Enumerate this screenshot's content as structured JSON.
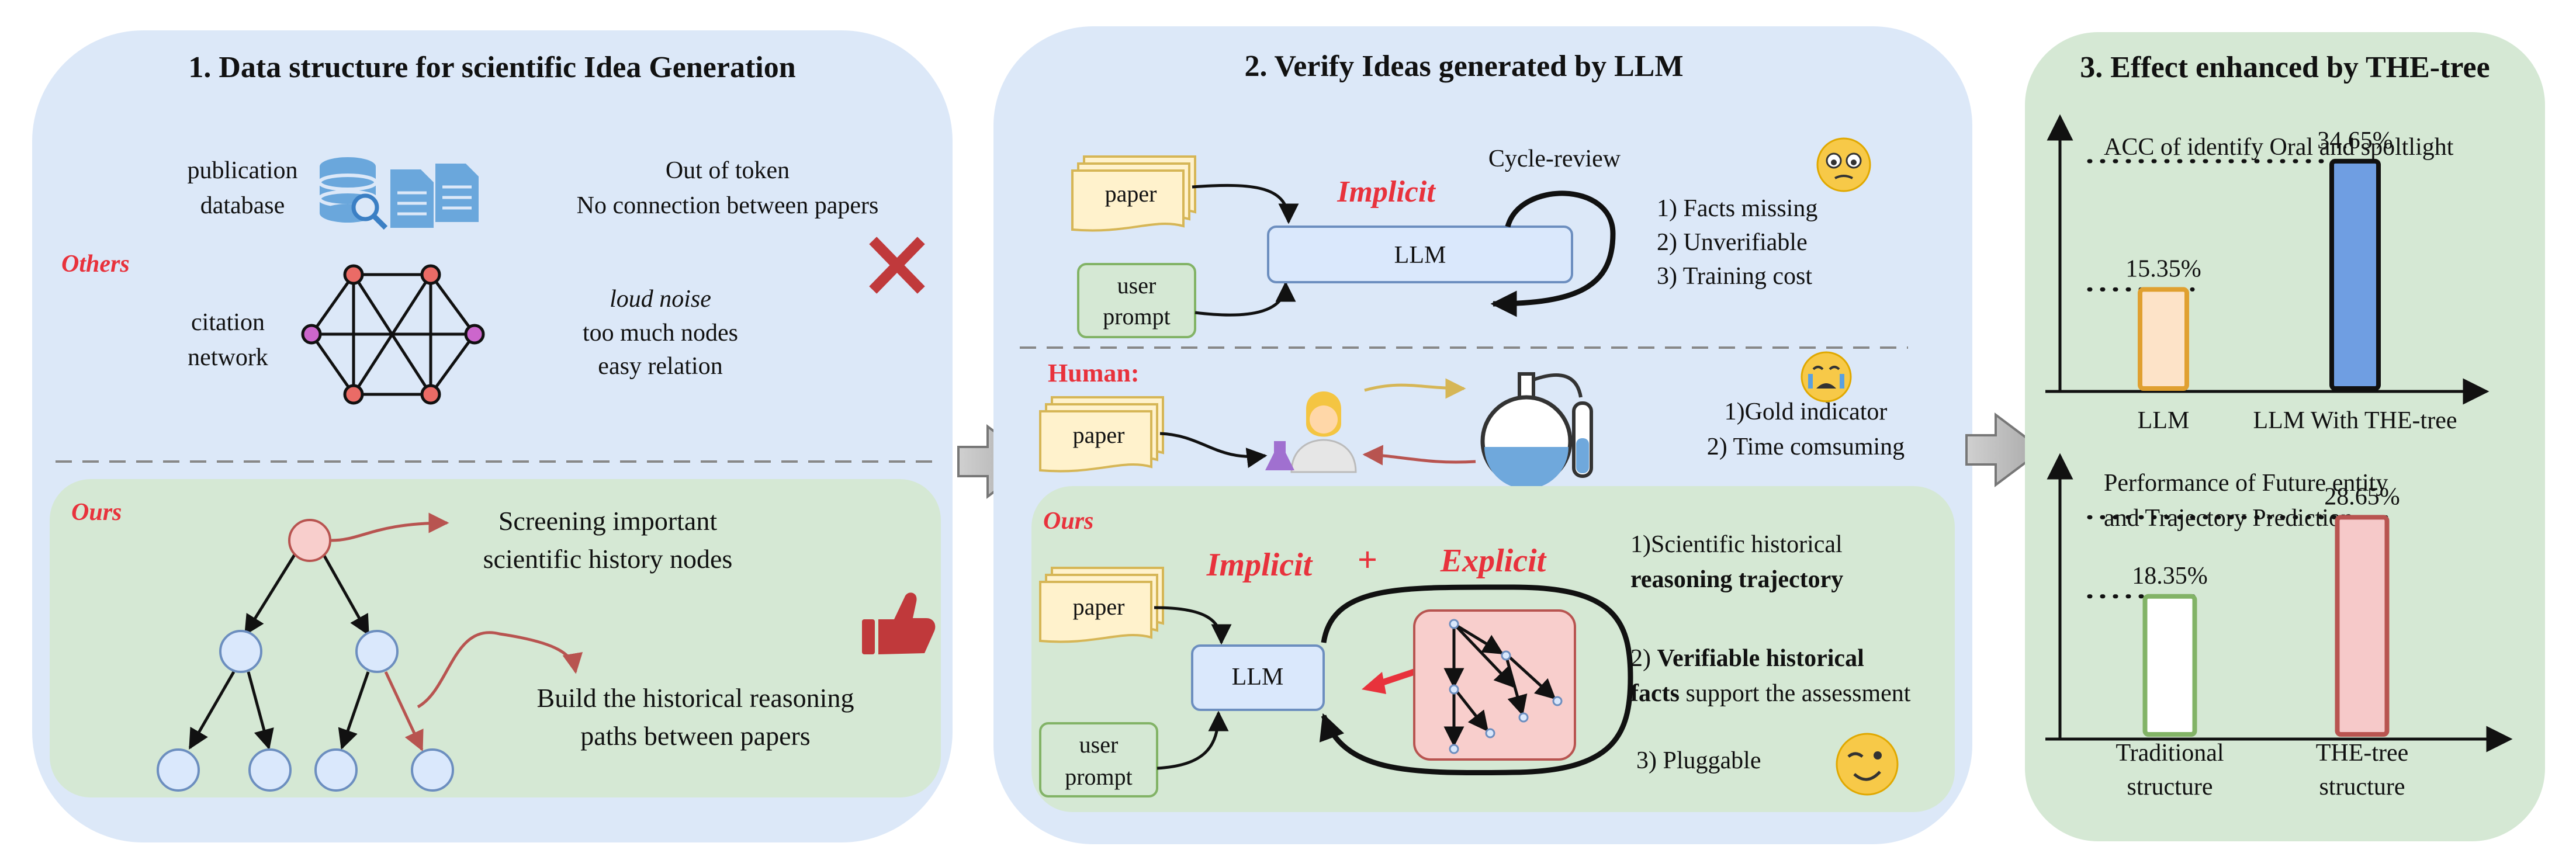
{
  "panel1": {
    "title": "1. Data structure for scientific Idea Generation",
    "others_label": "Others",
    "publication_line1": "publication",
    "publication_line2": "database",
    "pub_issue1": "Out of token",
    "pub_issue2": "No connection between papers",
    "citation_line1": "citation",
    "citation_line2": "network",
    "cite_issue1": "loud noise",
    "cite_issue2": "too much nodes",
    "cite_issue3": "easy relation",
    "ours_label": "Ours",
    "ours_text1_line1": "Screening important",
    "ours_text1_line2": "scientific history nodes",
    "ours_text2_line1": "Build the historical reasoning",
    "ours_text2_line2": "paths between papers"
  },
  "panel2": {
    "title": "2. Verify Ideas  generated by LLM",
    "paper": "paper",
    "user_line1": "user",
    "user_line2": "prompt",
    "implicit": "Implicit",
    "explicit": "Explicit",
    "plus": "+",
    "llm": "LLM",
    "cycle_review": "Cycle-review",
    "issues": [
      "1) Facts missing",
      "2) Unverifiable",
      "3) Training cost"
    ],
    "human_label": "Human:",
    "human_issues": [
      "1)Gold indicator",
      "2) Time comsuming"
    ],
    "ours_label": "Ours",
    "ours_point1_line1": "1)Scientific historical",
    "ours_point1_line2": "reasoning trajectory",
    "ours_point2_prefix": "2) ",
    "ours_point2_bold": "Verifiable historical",
    "ours_point2_bold2": "facts",
    "ours_point2_rest": " support the assessment",
    "ours_point3": "3) Pluggable"
  },
  "panel3": {
    "title": "3. Effect enhanced by THE-tree",
    "chart1_title": "ACC of identify Oral and spoltlight",
    "chart2_title_line1": "Performance of Future entity",
    "chart2_title_line2": "and Trajectory Prediction"
  },
  "chart_data": [
    {
      "type": "bar",
      "title": "ACC of identify Oral and spoltlight",
      "categories": [
        "LLM",
        "LLM With THE-tree"
      ],
      "values": [
        15.35,
        34.65
      ],
      "value_labels": [
        "15.35%",
        "34.65%"
      ],
      "colors": [
        "#fde3c8",
        "#6f9ee2"
      ],
      "border_colors": [
        "#e0a030",
        "#111111"
      ],
      "ylim": [
        0,
        40
      ],
      "grid": false
    },
    {
      "type": "bar",
      "title": "Performance of Future entity and Trajectory Prediction",
      "categories": [
        "Traditional\nstructure",
        "THE-tree\nstructure"
      ],
      "values": [
        18.35,
        28.65
      ],
      "value_labels": [
        "18.35%",
        "28.65%"
      ],
      "colors": [
        "#ffffff",
        "#f6c9c9"
      ],
      "border_colors": [
        "#82b366",
        "#b85450"
      ],
      "ylim": [
        0,
        34
      ],
      "grid": false
    }
  ],
  "colors": {
    "panel_blue": "#dce8f8",
    "panel_green": "#d5e8d4",
    "red_accent": "#e8323c",
    "node_blue": "#dae8fc",
    "node_red": "#f8cecc"
  }
}
